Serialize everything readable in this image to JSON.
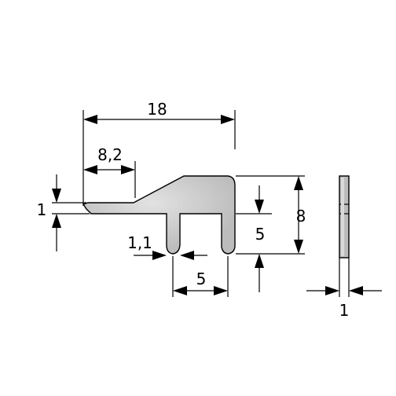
{
  "dimensions": {
    "overall_length": "18",
    "lip_length": "8,2",
    "lip_thickness": "1",
    "leg_width": "1,1",
    "leg_spacing": "5",
    "height_total": "8",
    "height_lower": "5",
    "side_thickness": "1"
  },
  "colors": {
    "profile_fill": "#bcbcbc",
    "profile_highlight": "#d9d9d9",
    "line": "#000000",
    "background": "#ffffff"
  }
}
